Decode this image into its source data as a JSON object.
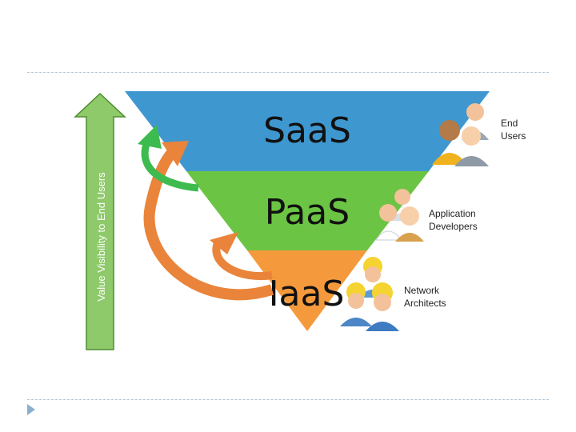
{
  "axis": {
    "label": "Value Visibility to End Users"
  },
  "tiers": [
    {
      "name": "SaaS",
      "color": "#3f97cf"
    },
    {
      "name": "PaaS",
      "color": "#6bc443"
    },
    {
      "name": "IaaS",
      "color": "#f59a3c"
    }
  ],
  "personas": [
    {
      "label": "End\nUsers",
      "icon": "end-users-icon"
    },
    {
      "label": "Application\nDevelopers",
      "icon": "developers-icon"
    },
    {
      "label": "Network\nArchitects",
      "icon": "architects-icon"
    }
  ],
  "colors": {
    "arrow_green": "#7fbf5a",
    "arrow_green_dark": "#4e8e32",
    "curve_green": "#3dbb4f",
    "curve_orange": "#e9843a",
    "rule": "#b3c6d6"
  }
}
